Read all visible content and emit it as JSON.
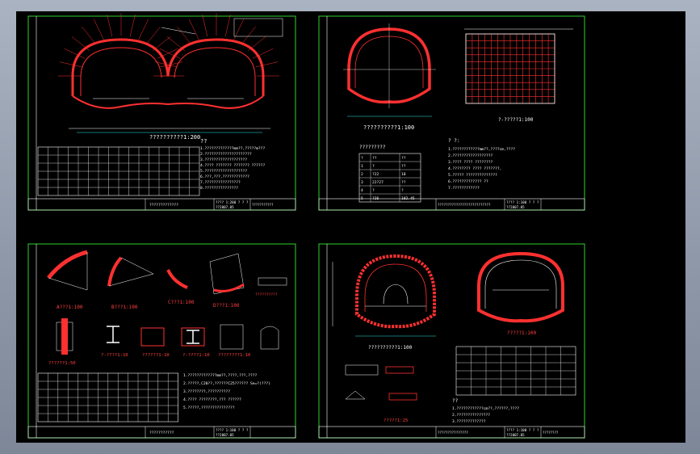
{
  "sheets": [
    {
      "id": "twin-tunnel-section",
      "caption": "??????????1:200",
      "notes_title": "??",
      "notes": [
        "1.?????????????mm??,?????m???",
        "2.?????????????????????",
        "3.???????????????????",
        "4.???? ??????? ??????? ??????",
        "5.???????????????????",
        "6.???,???,????????????",
        "7.????????????????",
        "8.???????????????"
      ],
      "title_block": [
        "???? 1:200 ? ? ?",
        "??2007.05",
        "?????????????",
        "???????????"
      ]
    },
    {
      "id": "reinforcement-layout",
      "caption": "??????????1:100",
      "caption2": "?-?????1:100",
      "table_title": "?????????",
      "table_headers": [
        "?",
        "??",
        "??"
      ],
      "table_rows": [
        [
          "1",
          "?",
          "??"
        ],
        [
          "2",
          "?22",
          "10"
        ],
        [
          "3",
          "22?27",
          "??"
        ],
        [
          "4",
          "?",
          "?"
        ],
        [
          "5",
          "?26",
          "102.45"
        ]
      ],
      "notes_title": "? ?:",
      "notes": [
        "1.????????????mm??,????cm,????",
        "2.??????????????????",
        "3.???? ???? ????????",
        "4.???????? ???? ???????,",
        "5.????? ??????????????",
        "6.????????????? ??",
        "7.????????????"
      ],
      "title_block": [
        "???? 1:100 ? ? ?",
        "??2007.05",
        "??????????????????????????"
      ]
    },
    {
      "id": "rebar-details",
      "labels": {
        "a": "A???1:100",
        "b": "B???1:100",
        "c": "C???1:100",
        "d": "D???1:100",
        "e": "??????1:50",
        "f": "?-????1:10",
        "g": "??????1:10",
        "h": "?-????1:10",
        "i": "????????1:10",
        "j": "??????????"
      },
      "notes": [
        "1.?????????????mm??,????,???,????",
        "2.?????,C20??,??????C25?????? Se=?(???)",
        "3.????????,??????????",
        "4.???? ????????,??? ??????",
        "5.?????,???????????????"
      ],
      "title_block": [
        "???? 1:100 ? ? ?",
        "??2007.05",
        "???????????"
      ]
    },
    {
      "id": "single-tunnel-section",
      "caption": "??????????1:100",
      "caption2": "?????1:100",
      "caption3": "?????1:25",
      "notes_title": "??",
      "notes": [
        "1.????????????cm??,??????,????",
        "2.???????????????",
        "3.?????????????"
      ],
      "title_block": [
        "???? 1:100 ? ? ?",
        "??2007.05",
        "???????????????",
        "????????"
      ]
    }
  ],
  "colors": {
    "frame": "#2fd12f",
    "tunnel": "#ff3030",
    "lines": "#ffffff",
    "accent": "#ff4040",
    "cyan": "#2ee6e6",
    "yellow": "#f5f551"
  }
}
